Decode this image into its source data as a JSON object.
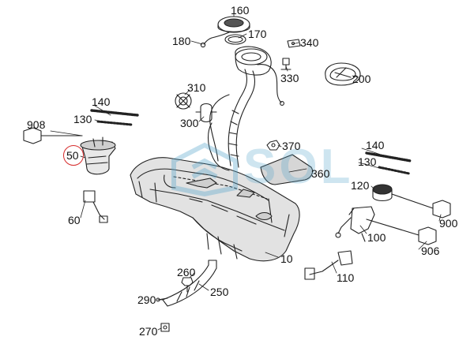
{
  "diagram": {
    "callouts": {
      "c10": "10",
      "c50": "50",
      "c60": "60",
      "c100": "100",
      "c110": "110",
      "c120": "120",
      "c130a": "130",
      "c130b": "130",
      "c140a": "140",
      "c140b": "140",
      "c160": "160",
      "c170": "170",
      "c180": "180",
      "c200": "200",
      "c250": "250",
      "c260": "260",
      "c270": "270",
      "c290": "290",
      "c300": "300",
      "c310": "310",
      "c330": "330",
      "c340": "340",
      "c360": "360",
      "c370": "370",
      "c900": "900",
      "c906": "906",
      "c908": "908"
    },
    "highlighted_callout": "50",
    "highlight_color": "#d62b2b",
    "watermark_text": "SOL",
    "watermark_color": "#4ea0c8"
  }
}
